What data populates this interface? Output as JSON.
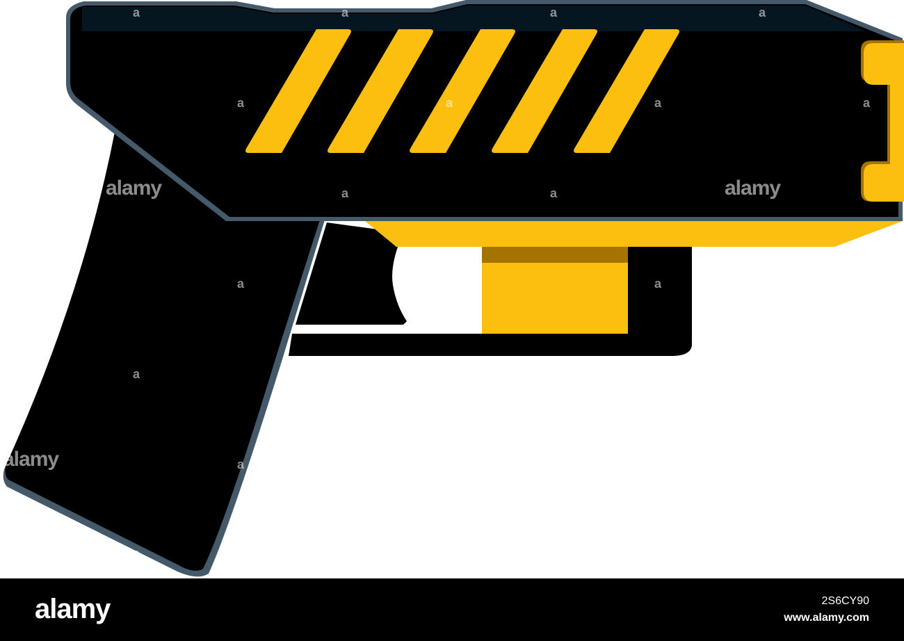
{
  "watermark": {
    "brand": "alamy",
    "glyph": "a"
  },
  "footer": {
    "logo": "alamy",
    "image_id": "2S6CY90",
    "url": "www.alamy.com"
  },
  "colors": {
    "body": "#000000",
    "outline": "#44596a",
    "slide_top": "#061620",
    "accent_yellow": "#fdbf0f",
    "accent_dark": "#a57400",
    "background": "#ffffff",
    "footer_bg": "#000000"
  }
}
